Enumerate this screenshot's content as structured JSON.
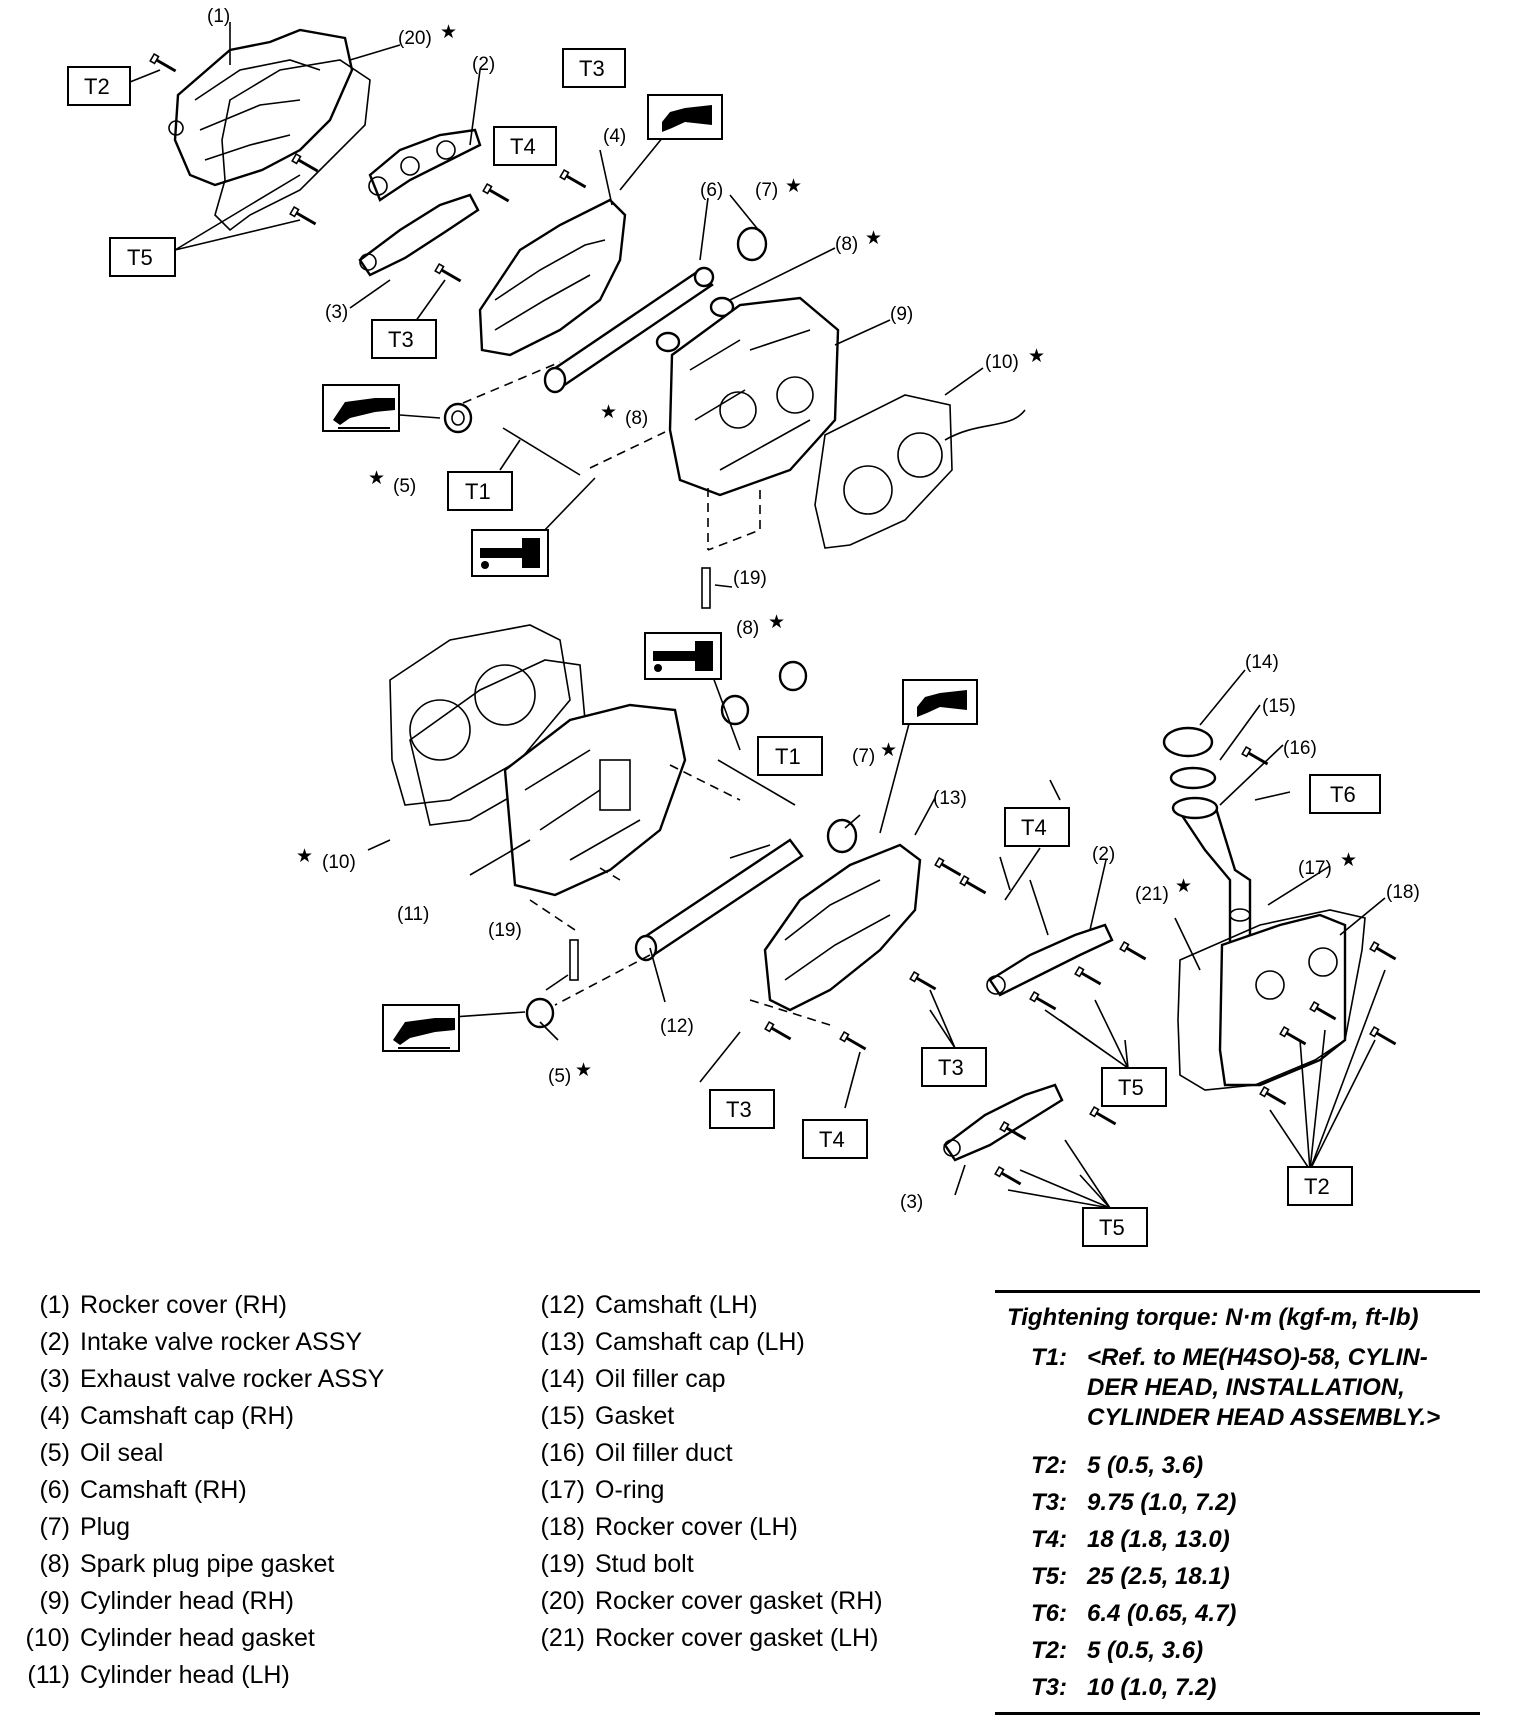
{
  "callouts": {
    "c1": "(1)",
    "c20": "(20)",
    "c2a": "(2)",
    "c4": "(4)",
    "c6": "(6)",
    "c7a": "(7)",
    "c8a": "(8)",
    "c9": "(9)",
    "c10a": "(10)",
    "c3a": "(3)",
    "c8b": "(8)",
    "c5a": "(5)",
    "c19a": "(19)",
    "c8c": "(8)",
    "c14": "(14)",
    "c15": "(15)",
    "c16": "(16)",
    "c7b": "(7)",
    "c13": "(13)",
    "c2b": "(2)",
    "c17": "(17)",
    "c21": "(21)",
    "c18": "(18)",
    "c10b": "(10)",
    "c11": "(11)",
    "c19b": "(19)",
    "c12": "(12)",
    "c5b": "(5)",
    "c3b": "(3)"
  },
  "torque_labels": {
    "t2_top": "T2",
    "t3_top": "T3",
    "t4_top": "T4",
    "t5_top": "T5",
    "t3_mid": "T3",
    "t1_top": "T1",
    "t1_low": "T1",
    "t6": "T6",
    "t4_low": "T4",
    "t3_low_a": "T3",
    "t3_low_b": "T3",
    "t4_low_b": "T4",
    "t5_low_a": "T5",
    "t5_low_b": "T5",
    "t2_low": "T2"
  },
  "legend": {
    "left": [
      {
        "num": "(1)",
        "name": "Rocker cover (RH)"
      },
      {
        "num": "(2)",
        "name": "Intake valve rocker ASSY"
      },
      {
        "num": "(3)",
        "name": "Exhaust valve rocker ASSY"
      },
      {
        "num": "(4)",
        "name": "Camshaft cap (RH)"
      },
      {
        "num": "(5)",
        "name": "Oil seal"
      },
      {
        "num": "(6)",
        "name": "Camshaft (RH)"
      },
      {
        "num": "(7)",
        "name": "Plug"
      },
      {
        "num": "(8)",
        "name": "Spark plug pipe gasket"
      },
      {
        "num": "(9)",
        "name": "Cylinder head (RH)"
      },
      {
        "num": "(10)",
        "name": "Cylinder head gasket"
      },
      {
        "num": "(11)",
        "name": "Cylinder head (LH)"
      }
    ],
    "right": [
      {
        "num": "(12)",
        "name": "Camshaft (LH)"
      },
      {
        "num": "(13)",
        "name": "Camshaft cap (LH)"
      },
      {
        "num": "(14)",
        "name": "Oil filler cap"
      },
      {
        "num": "(15)",
        "name": "Gasket"
      },
      {
        "num": "(16)",
        "name": "Oil filler duct"
      },
      {
        "num": "(17)",
        "name": "O-ring"
      },
      {
        "num": "(18)",
        "name": "Rocker cover (LH)"
      },
      {
        "num": "(19)",
        "name": "Stud bolt"
      },
      {
        "num": "(20)",
        "name": "Rocker cover gasket (RH)"
      },
      {
        "num": "(21)",
        "name": "Rocker cover gasket (LH)"
      }
    ]
  },
  "torque_table": {
    "heading": "Tightening torque: N·m (kgf-m, ft-lb)",
    "rows": [
      {
        "label": "T1:",
        "value": "<Ref. to ME(H4SO)-58, CYLIN-"
      },
      {
        "label": "",
        "value": "DER HEAD, INSTALLATION,"
      },
      {
        "label": "",
        "value": "CYLINDER HEAD ASSEMBLY.>"
      },
      {
        "label": "T2:",
        "value": "5 (0.5, 3.6)"
      },
      {
        "label": "T3:",
        "value": "9.75 (1.0, 7.2)"
      },
      {
        "label": "T4:",
        "value": "18 (1.8, 13.0)"
      },
      {
        "label": "T5:",
        "value": "25 (2.5, 18.1)"
      },
      {
        "label": "T6:",
        "value": "6.4 (0.65, 4.7)"
      },
      {
        "label": "T2:",
        "value": "5 (0.5, 3.6)"
      },
      {
        "label": "T3:",
        "value": "10 (1.0, 7.2)"
      }
    ]
  },
  "symbols": {
    "star": "★"
  },
  "icons": [
    "sealant-icon",
    "engine-oil-icon",
    "grease-icon"
  ]
}
